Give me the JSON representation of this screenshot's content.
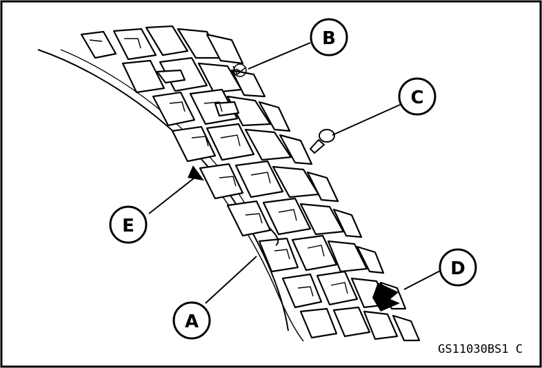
{
  "figure": {
    "callouts": {
      "a": "A",
      "b": "B",
      "c": "C",
      "d": "D",
      "e": "E"
    },
    "code": "GS11030BS1 C"
  }
}
